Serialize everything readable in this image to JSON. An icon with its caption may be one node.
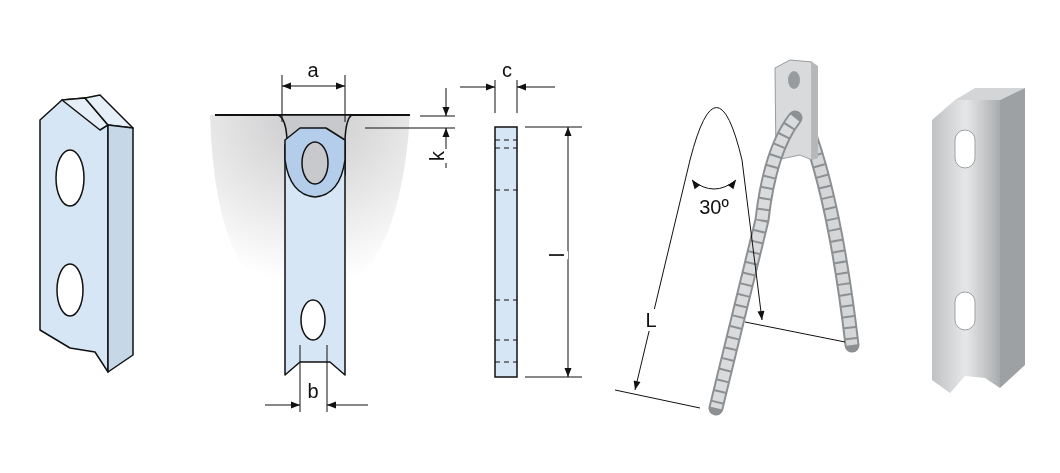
{
  "diagram": {
    "labels": [
      "a",
      "c",
      "k",
      "l",
      "30º",
      "L",
      "b"
    ]
  }
}
